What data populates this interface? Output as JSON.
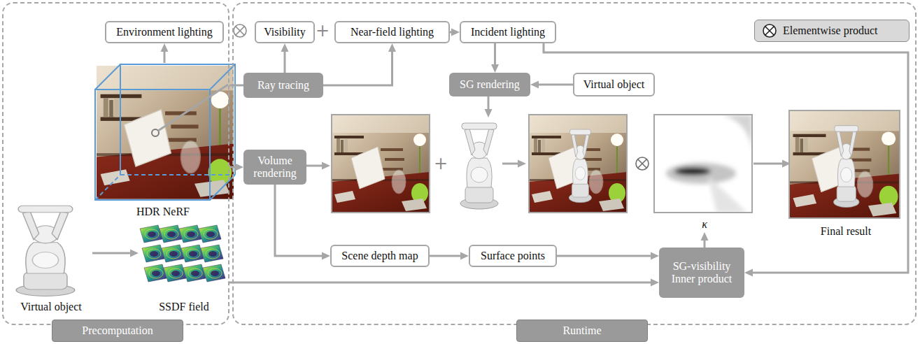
{
  "diagram": {
    "nodes": [
      {
        "text": [
          "Precomputation"
        ]
      },
      {
        "text": [
          "Environment lighting"
        ],
        "in": 0
      },
      {
        "text": [
          "HDR NeRF"
        ],
        "in": 0
      },
      {
        "text": [
          "Virtual object"
        ],
        "in": 0
      },
      {
        "text": [
          "SSDF field"
        ],
        "in": 0
      },
      {
        "text": [
          "Runtime"
        ]
      },
      {
        "text": [
          "Visibility"
        ],
        "in": 5
      },
      {
        "text": [
          "Near-field lighting"
        ],
        "in": 5
      },
      {
        "text": [
          "Incident lighting"
        ],
        "in": 5
      },
      {
        "text": [
          "Ray tracing"
        ],
        "in": 5
      },
      {
        "text": [
          "SG rendering"
        ],
        "in": 5
      },
      {
        "text": [
          "Virtual object"
        ],
        "in": 5
      },
      {
        "text": [
          "Volume rendering"
        ],
        "in": 5
      },
      {
        "text": [
          "κ"
        ],
        "in": 5
      },
      {
        "text": [
          "Final result"
        ],
        "in": 5
      },
      {
        "text": [
          "Scene depth map"
        ],
        "in": 5
      },
      {
        "text": [
          "Surface points"
        ],
        "in": 5
      },
      {
        "text": [
          "SG-visibility Inner product"
        ],
        "in": 5
      }
    ],
    "edges": [
      {
        "from": 3,
        "to": 4,
        "arrow": "to"
      },
      {
        "from": 2,
        "to": 1,
        "arrow": "to"
      },
      {
        "from": 2,
        "to": 9,
        "arrow": "none"
      },
      {
        "from": 2,
        "to": 12,
        "arrow": "to"
      },
      {
        "from": 9,
        "to": 6,
        "arrow": "to"
      },
      {
        "from": 9,
        "to": 7,
        "arrow": "to"
      },
      {
        "from": 7,
        "to": 8,
        "arrow": "to"
      },
      {
        "from": 8,
        "to": 10,
        "arrow": "to"
      },
      {
        "from": 11,
        "to": 10,
        "arrow": "to"
      },
      {
        "from": 8,
        "to": 17,
        "arrow": "to"
      },
      {
        "from": 12,
        "to": 15,
        "arrow": "to"
      },
      {
        "from": 15,
        "to": 16,
        "arrow": "to"
      },
      {
        "from": 16,
        "to": 17,
        "arrow": "to"
      },
      {
        "from": 4,
        "to": 17,
        "arrow": "to"
      },
      {
        "from": 17,
        "to": 13,
        "arrow": "to"
      },
      {
        "from": 13,
        "to": 14,
        "arrow": "to"
      }
    ],
    "labels": [
      "+",
      "+"
    ],
    "legend": [
      {
        "text": "Elementwise product"
      }
    ]
  }
}
